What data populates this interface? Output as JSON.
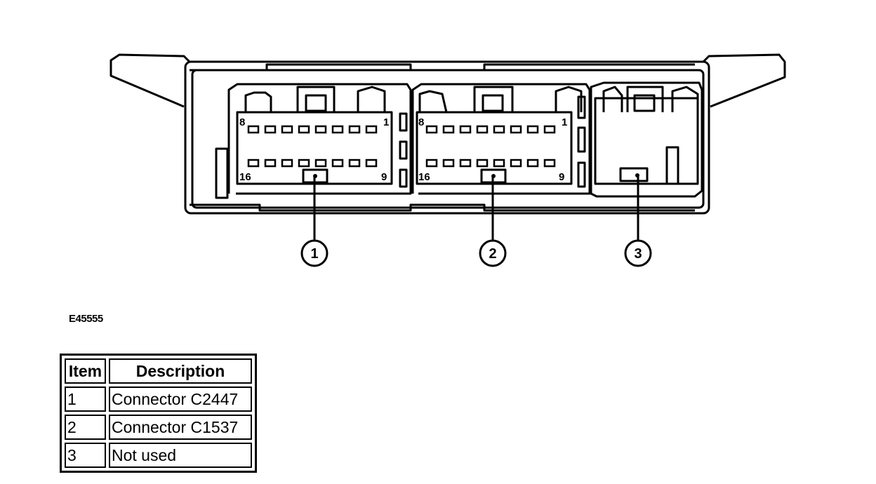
{
  "figure": {
    "id": "E45555",
    "connectors": [
      {
        "item": "1",
        "pin_labels": [
          "8",
          "1",
          "16",
          "9"
        ]
      },
      {
        "item": "2",
        "pin_labels": [
          "8",
          "1",
          "16",
          "9"
        ]
      },
      {
        "item": "3"
      }
    ]
  },
  "legend": {
    "headers": {
      "item": "Item",
      "description": "Description"
    },
    "rows": [
      {
        "item": "1",
        "description": "Connector C2447"
      },
      {
        "item": "2",
        "description": "Connector C1537"
      },
      {
        "item": "3",
        "description": "Not used"
      }
    ]
  }
}
